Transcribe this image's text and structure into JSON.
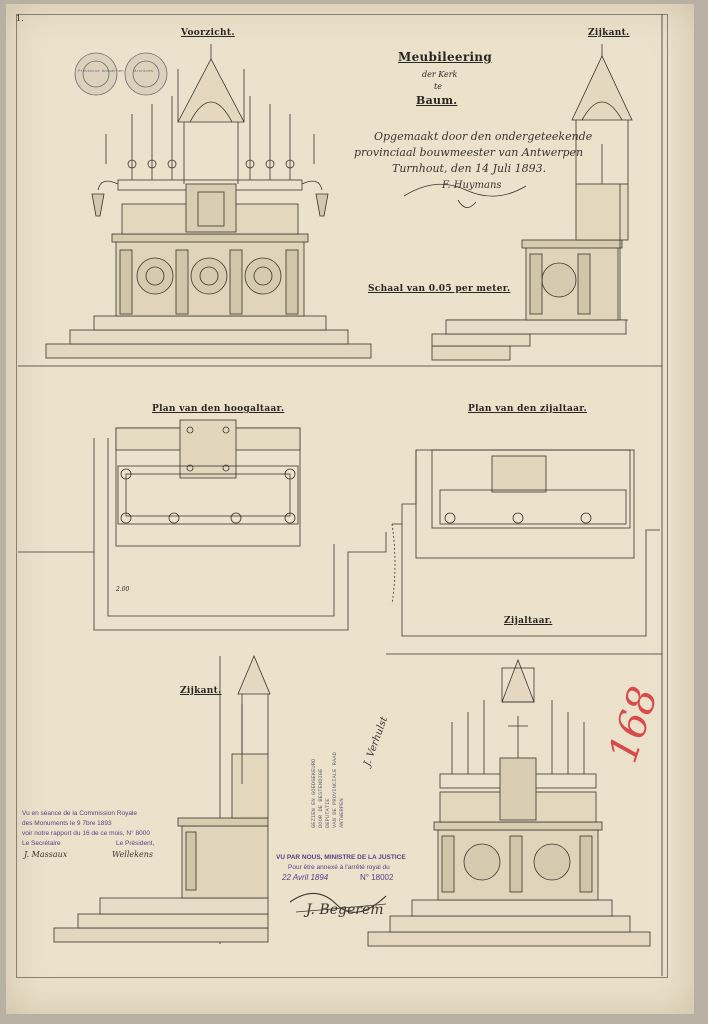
{
  "sheet": {
    "corner_mark": "1."
  },
  "headings": {
    "front_view": "Voorzicht.",
    "side_view_top": "Zijkant.",
    "title_line1": "Meubileering",
    "title_line2": "der Kerk",
    "title_line3": "te",
    "title_line4": "Baum.",
    "scale": "Schaal van 0.05 per meter.",
    "plan_front": "Plan van den hoogaltaar.",
    "plan_side": "Plan van den zijaltaar.",
    "side_altar": "Zijaltaar.",
    "side_view_bottom": "Zijkant."
  },
  "approval": {
    "line1": "Opgemaakt door den ondergeteekende",
    "line2": "provinciaal bouwmeester van Antwerpen",
    "line3": "Turnhout, den 14 Juli 1893.",
    "signature": "F. Huymans"
  },
  "dimension_label": "2.00",
  "commission_note": {
    "line1": "Vu en séance de la Commission Royale",
    "line2": "des Monuments le 9 7bre 1893",
    "line3": "voir notre rapport du 16 de ce mois, N° 8000",
    "secretary_label": "Le Secrétaire",
    "president_label": "Le Président,",
    "secretary_sig": "J. Massaux",
    "president_sig": "Wellekens"
  },
  "minister_stamp": {
    "line1": "VU PAR NOUS, MINISTRE DE LA JUSTICE",
    "line2": "Pour être annexé à l'arrêté royal du",
    "line3": "22 Avril 1894",
    "number": "N° 18002",
    "signature": "J. Begerem"
  },
  "vertical_stamp": {
    "line1": "GEZIEN EN GOEDGEKEURD",
    "line2": "DOOR DE BESTENDIGE",
    "line3": "DEPUTATIE",
    "line4": "VAN DE PROVINCIALE RAAD",
    "line5": "ANTWERPEN",
    "signature": "J. Verhulst"
  },
  "archive_number": "168",
  "seals": [
    "Provincie Antwerpen",
    "Archives"
  ],
  "colors": {
    "paper": "#ece2cc",
    "ink": "#2a2520",
    "stamp_violet": "#5a3f86",
    "archive_red": "#d94a4a"
  }
}
